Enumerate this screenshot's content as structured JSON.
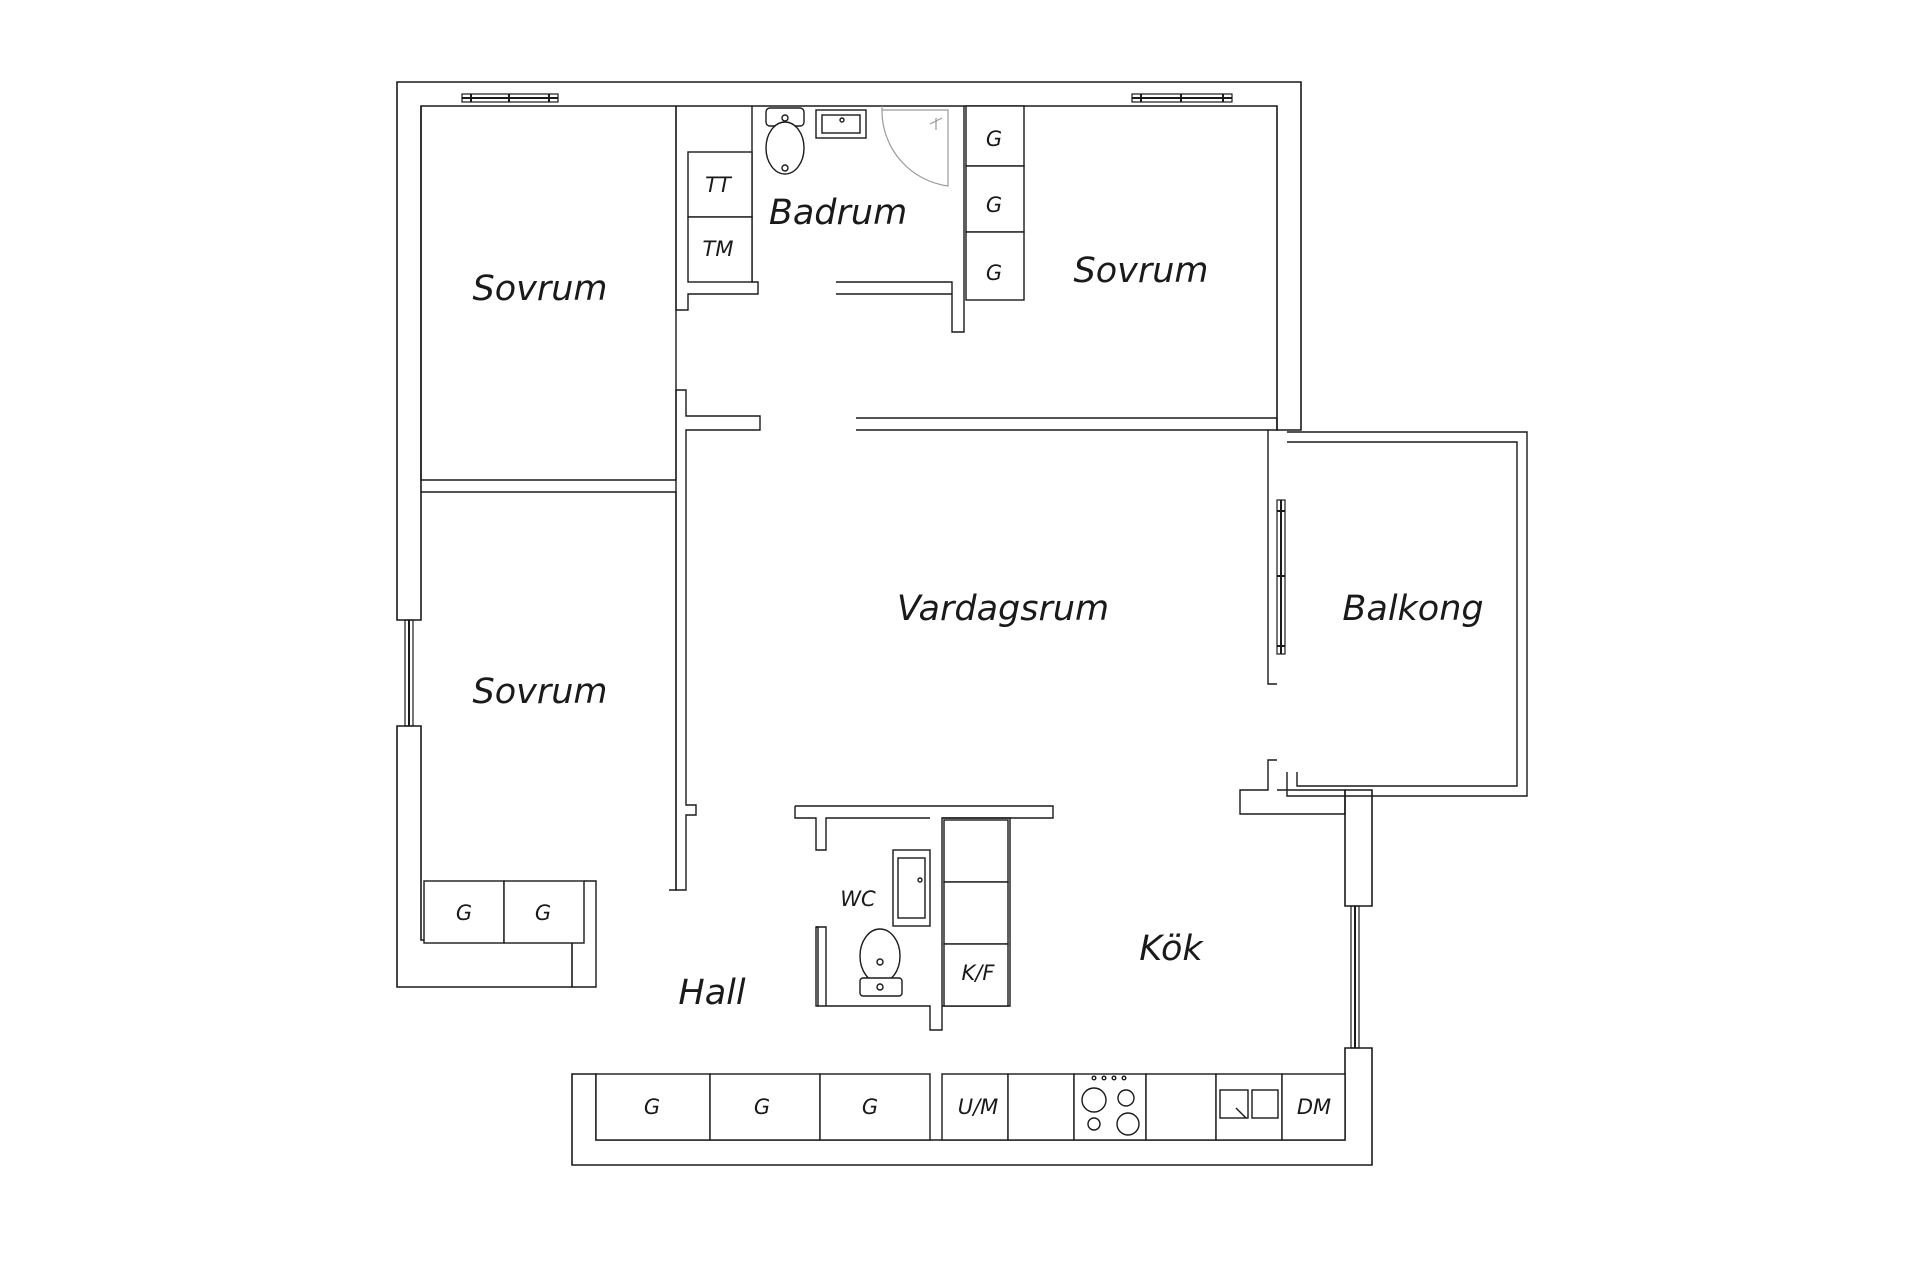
{
  "rooms": {
    "sovrum_top_left": "Sovrum",
    "badrum": "Badrum",
    "sovrum_top_right": "Sovrum",
    "vardagsrum": "Vardagsrum",
    "balkong": "Balkong",
    "sovrum_left": "Sovrum",
    "wc": "WC",
    "hall": "Hall",
    "kok": "Kök"
  },
  "fixtures": {
    "tt": "TT",
    "tm": "TM",
    "badrum_wardrobes": [
      "G",
      "G",
      "G"
    ],
    "sovrum_wardrobes": [
      "G",
      "G"
    ],
    "kf": "K/F",
    "hall_wardrobes": [
      "G",
      "G",
      "G"
    ],
    "um": "U/M",
    "dm": "DM"
  }
}
